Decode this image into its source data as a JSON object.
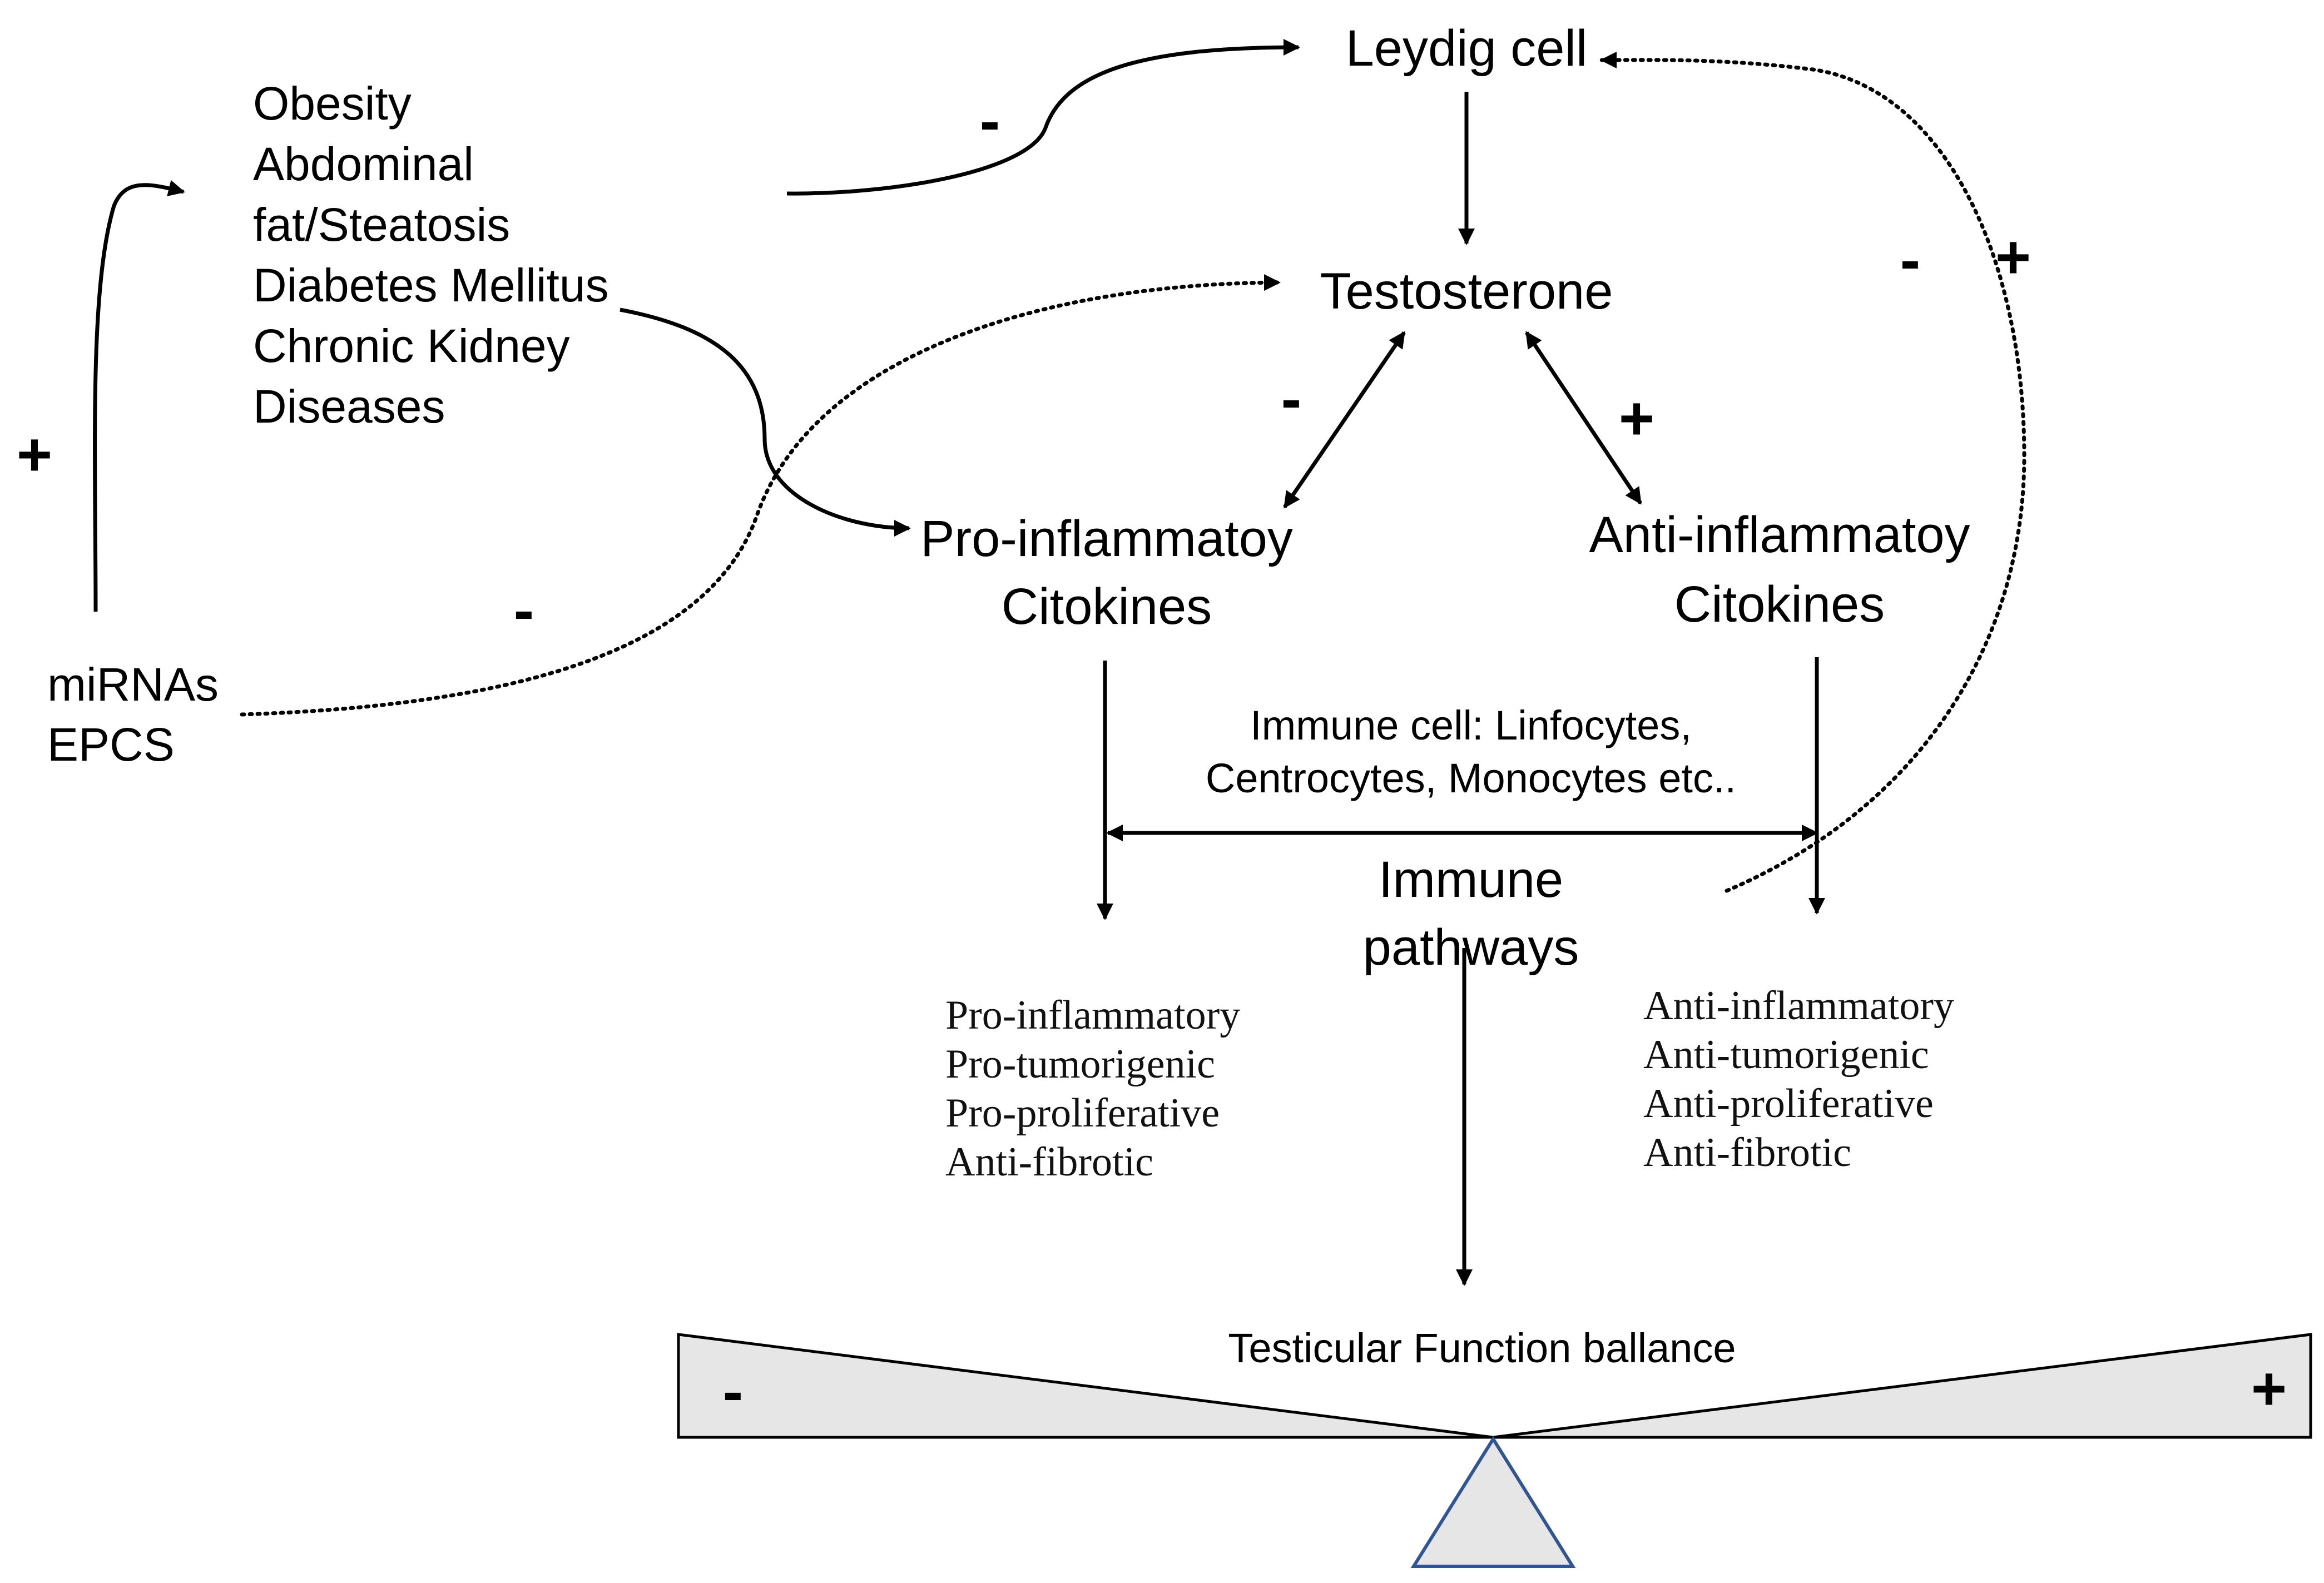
{
  "nodes": {
    "leydig_cell": "Leydig cell",
    "testosterone": "Testosterone",
    "conditions": [
      "Obesity",
      "Abdominal",
      "fat/Steatosis",
      "Diabetes Mellitus",
      "Chronic Kidney",
      "Diseases"
    ],
    "mirnas": [
      "miRNAs",
      "EPCS"
    ],
    "pro_cytokines": [
      "Pro-inflammatoy",
      "Citokines"
    ],
    "anti_cytokines": [
      "Anti-inflammatoy",
      "Citokines"
    ],
    "immune_cell": [
      "Immune cell: Linfocytes,",
      "Centrocytes, Monocytes  etc.."
    ],
    "immune_pathways": [
      "Immune",
      "pathways"
    ],
    "pro_effects": [
      "Pro-inflammatory",
      "Pro-tumorigenic",
      "Pro-proliferative",
      "Anti-fibrotic"
    ],
    "anti_effects": [
      "Anti-inflammatory",
      "Anti-tumorigenic",
      "Anti-proliferative",
      "Anti-fibrotic"
    ],
    "balance_label": "Testicular Function ballance"
  },
  "signs": {
    "mirnas_to_conditions": "+",
    "conditions_to_leydig": "-",
    "mirnas_to_testosterone": "-",
    "testosterone_pro": "-",
    "testosterone_anti": "+",
    "immune_to_leydig_minus": "-",
    "immune_to_leydig_plus": "+",
    "balance_left": "-",
    "balance_right": "+"
  },
  "colors": {
    "line": "#000000",
    "balance_fill": "#e6e6e6",
    "fulcrum_stroke": "#2f5597",
    "fulcrum_fill": "#e6e6e6"
  }
}
